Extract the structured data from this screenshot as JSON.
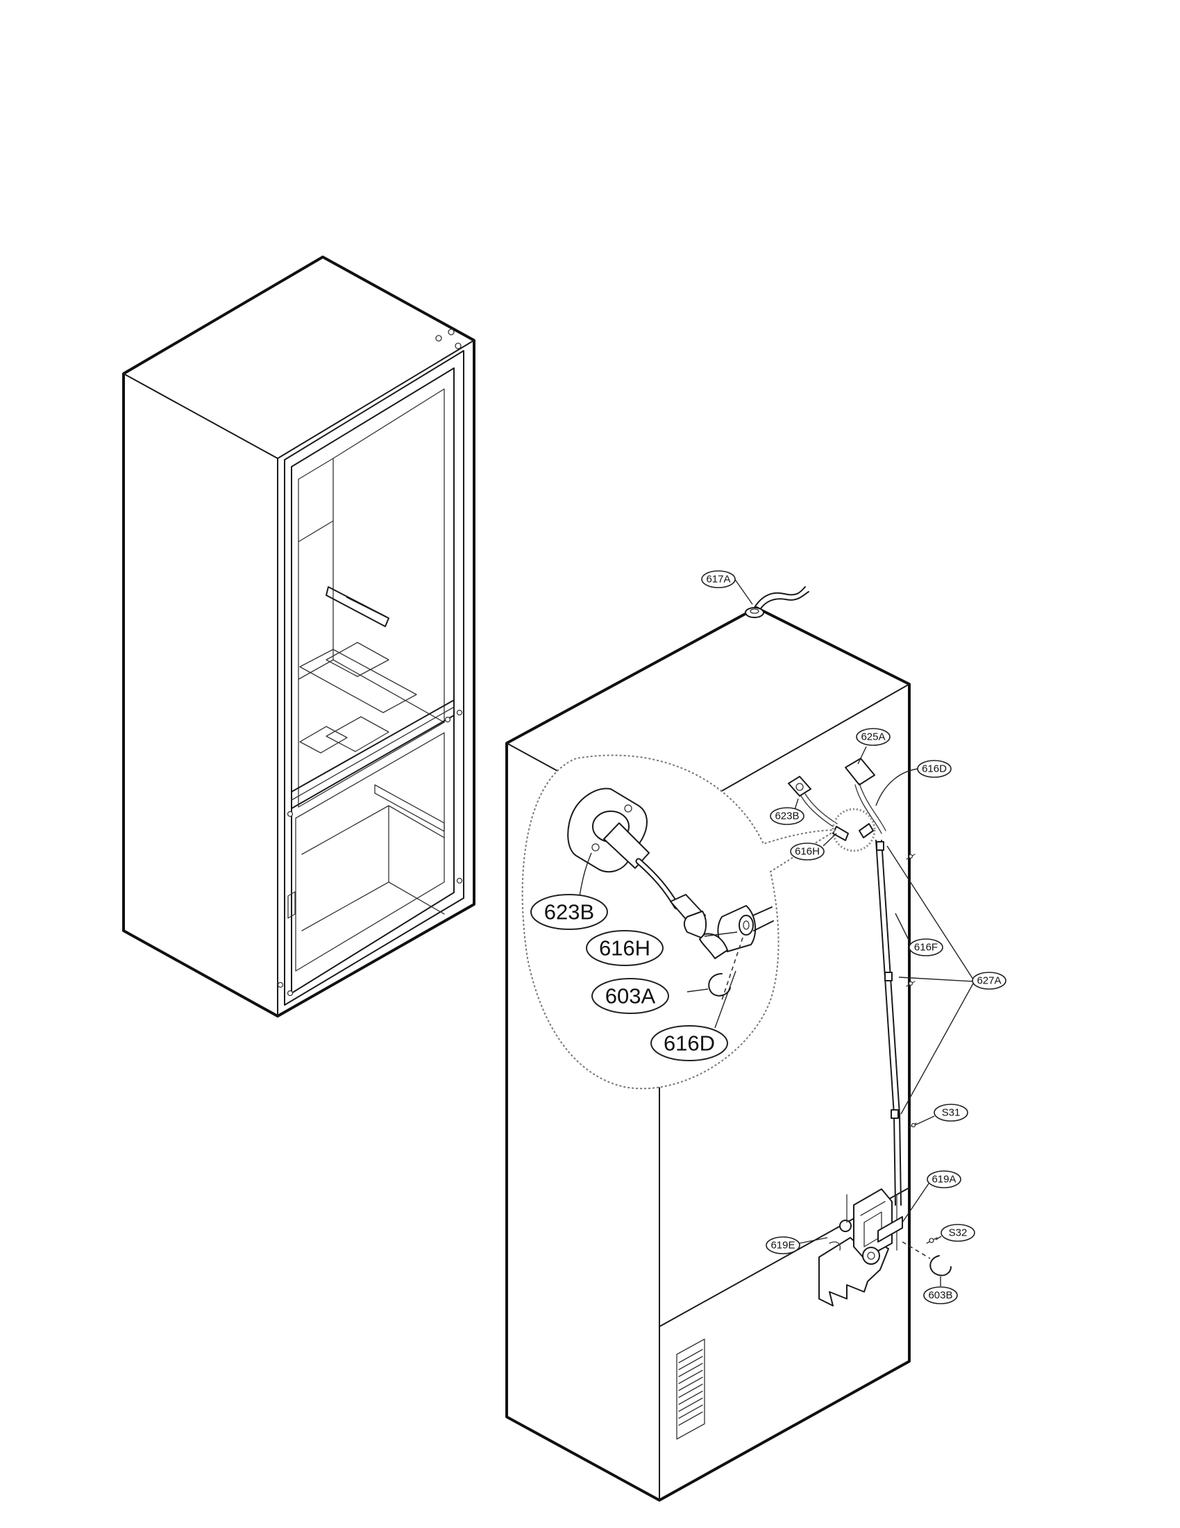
{
  "callouts": {
    "p617A": "617A",
    "p625A": "625A",
    "p616D": "616D",
    "p623B": "623B",
    "p616H": "616H",
    "p616F": "616F",
    "p627A": "627A",
    "pS31": "S31",
    "p619A": "619A",
    "pS32": "S32",
    "p619E": "619E",
    "p603B": "603B"
  },
  "detail_callouts": {
    "p623B": "623B",
    "p616H": "616H",
    "p603A": "603A",
    "p616D": "616D"
  }
}
